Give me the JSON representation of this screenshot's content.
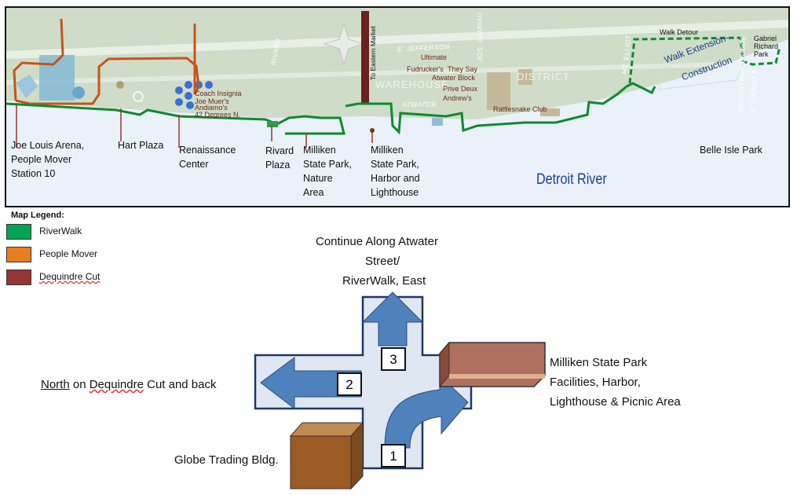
{
  "map": {
    "places": [
      "Joe Louis Arena,",
      "People Mover",
      "Station 10",
      "Hart Plaza",
      "Renaissance",
      "Center",
      "Rivard",
      "Plaza",
      "Milliken",
      "State Park,",
      "Nature",
      "Area",
      "Milliken",
      "State Park,",
      "Harbor and",
      "Lighthouse",
      "Belle Isle Park"
    ],
    "water_label": "Detroit River",
    "streets": {
      "rivard": "RIVARD",
      "jefferson": "E. JEFFERSON",
      "campau": "JOS. CAMPAU",
      "elliot": "MT. ELLIOT",
      "macarthur": "MACARTHUR BRIDGE",
      "grand": "E. GRAND B",
      "atwater": "ATWATER",
      "warehouse": "WAREHOUSE",
      "district": "DISTRICT"
    },
    "eastern_market": "To Eastern Market",
    "businesses": {
      "coach": "Coach Insignia",
      "muer": "Joe Muer's",
      "andiamo": "Andiamo's",
      "degrees": "42 Degrees N.",
      "ultimate": "Ultimate",
      "fudruckers": "Fudrucker's",
      "theysay": "They Say",
      "atwater_block": "Atwater Block",
      "prive": "Prive Deux",
      "andrews": "Andrew's",
      "rattlesnake": "Rattlesnake  Club"
    },
    "walk_detour": "Walk Detour",
    "extension_1": "Walk Extension-",
    "extension_2": "Construction",
    "gabriel_1": "Gabriel",
    "gabriel_2": "Richard",
    "gabriel_3": "Park"
  },
  "legend": {
    "title": "Map Legend:",
    "items": [
      {
        "label": "RiverWalk",
        "color": "#00a651"
      },
      {
        "label": "People Mover",
        "color": "#e67e22"
      },
      {
        "label": "Dequindre Cut",
        "color": "#943634"
      }
    ]
  },
  "directions": {
    "continue_1": "Continue Along Atwater",
    "continue_2": "Street/",
    "continue_3": "RiverWalk, East",
    "north_word": "North",
    "north_on": " on ",
    "dequindre": "Dequindre",
    "north_rest": " Cut and back",
    "milliken_1": "Milliken State Park",
    "milliken_2": "Facilities, Harbor,",
    "milliken_3": "Lighthouse & Picnic Area",
    "globe": "Globe Trading Bldg.",
    "step_1": "1",
    "step_2": "2",
    "step_3": "3"
  },
  "colors": {
    "riverwalk": "#00a651",
    "people_mover": "#c8531a",
    "dequindre": "#6b1f1f",
    "water": "#e9f1fa",
    "arrow": "#4f81bd",
    "building_brown": "#9c5a25"
  }
}
